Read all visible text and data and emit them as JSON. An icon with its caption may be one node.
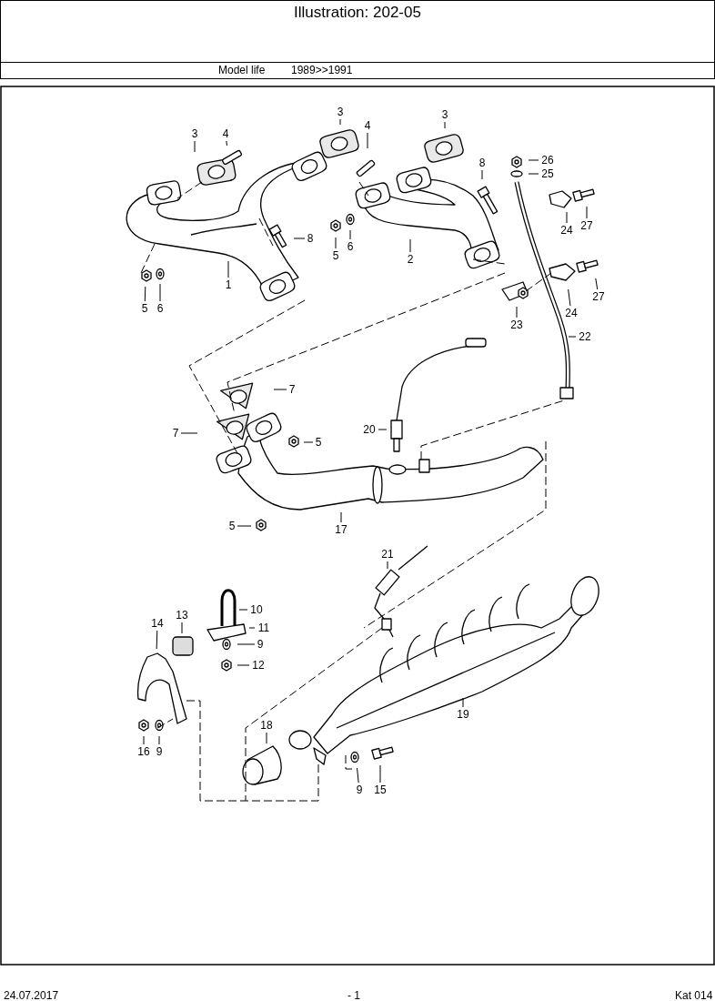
{
  "diagram": {
    "title": "Illustration: 202-05",
    "nodes": [
      {
        "text": [
          "3"
        ]
      },
      {
        "text": [
          "4"
        ]
      },
      {
        "text": [
          "3"
        ]
      },
      {
        "text": [
          "4"
        ]
      },
      {
        "text": [
          "3"
        ]
      },
      {
        "text": [
          "26"
        ]
      },
      {
        "text": [
          "8"
        ]
      },
      {
        "text": [
          "25"
        ]
      },
      {
        "text": [
          "8"
        ]
      },
      {
        "text": [
          "24"
        ]
      },
      {
        "text": [
          "27"
        ]
      },
      {
        "text": [
          "5"
        ]
      },
      {
        "text": [
          "6"
        ]
      },
      {
        "text": [
          "2"
        ]
      },
      {
        "text": [
          "1"
        ]
      },
      {
        "text": [
          "5"
        ]
      },
      {
        "text": [
          "6"
        ]
      },
      {
        "text": [
          "23"
        ]
      },
      {
        "text": [
          "24"
        ]
      },
      {
        "text": [
          "27"
        ]
      },
      {
        "text": [
          "22"
        ]
      },
      {
        "text": [
          "7"
        ]
      },
      {
        "text": [
          "7"
        ]
      },
      {
        "text": [
          "20"
        ]
      },
      {
        "text": [
          "5"
        ]
      },
      {
        "text": [
          "17"
        ]
      },
      {
        "text": [
          "5"
        ]
      },
      {
        "text": [
          "21"
        ]
      },
      {
        "text": [
          "10"
        ]
      },
      {
        "text": [
          "14"
        ]
      },
      {
        "text": [
          "13"
        ]
      },
      {
        "text": [
          "11"
        ]
      },
      {
        "text": [
          "9"
        ]
      },
      {
        "text": [
          "12"
        ]
      },
      {
        "text": [
          "19"
        ]
      },
      {
        "text": [
          "18"
        ]
      },
      {
        "text": [
          "16"
        ]
      },
      {
        "text": [
          "9"
        ]
      },
      {
        "text": [
          "9"
        ]
      },
      {
        "text": [
          "15"
        ]
      }
    ],
    "edges": [
      {
        "from": 0,
        "to": null,
        "arrow": "none"
      },
      {
        "from": 1,
        "to": null,
        "arrow": "none"
      },
      {
        "from": 2,
        "to": null,
        "arrow": "none"
      },
      {
        "from": 3,
        "to": null,
        "arrow": "none"
      },
      {
        "from": 4,
        "to": null,
        "arrow": "none"
      },
      {
        "from": 5,
        "to": null,
        "arrow": "none"
      },
      {
        "from": 6,
        "to": null,
        "arrow": "none"
      },
      {
        "from": 7,
        "to": null,
        "arrow": "none"
      },
      {
        "from": 8,
        "to": null,
        "arrow": "none"
      },
      {
        "from": 9,
        "to": null,
        "arrow": "none"
      },
      {
        "from": 10,
        "to": null,
        "arrow": "none"
      },
      {
        "from": 11,
        "to": null,
        "arrow": "none"
      },
      {
        "from": 12,
        "to": null,
        "arrow": "none"
      },
      {
        "from": 13,
        "to": null,
        "arrow": "none"
      },
      {
        "from": 14,
        "to": null,
        "arrow": "none"
      },
      {
        "from": 15,
        "to": null,
        "arrow": "none"
      },
      {
        "from": 16,
        "to": null,
        "arrow": "none"
      },
      {
        "from": 17,
        "to": null,
        "arrow": "none"
      },
      {
        "from": 18,
        "to": null,
        "arrow": "none"
      },
      {
        "from": 19,
        "to": null,
        "arrow": "none"
      },
      {
        "from": 20,
        "to": null,
        "arrow": "none"
      },
      {
        "from": 21,
        "to": null,
        "arrow": "none"
      },
      {
        "from": 22,
        "to": null,
        "arrow": "none"
      },
      {
        "from": 23,
        "to": null,
        "arrow": "none"
      },
      {
        "from": 24,
        "to": null,
        "arrow": "none"
      },
      {
        "from": 25,
        "to": null,
        "arrow": "none"
      },
      {
        "from": 26,
        "to": null,
        "arrow": "none"
      },
      {
        "from": 27,
        "to": null,
        "arrow": "none"
      },
      {
        "from": 28,
        "to": null,
        "arrow": "none"
      },
      {
        "from": 29,
        "to": null,
        "arrow": "none"
      },
      {
        "from": 30,
        "to": null,
        "arrow": "none"
      },
      {
        "from": 31,
        "to": null,
        "arrow": "none"
      },
      {
        "from": 32,
        "to": null,
        "arrow": "none"
      },
      {
        "from": 33,
        "to": null,
        "arrow": "none"
      },
      {
        "from": 34,
        "to": null,
        "arrow": "none"
      },
      {
        "from": 35,
        "to": null,
        "arrow": "none"
      },
      {
        "from": 36,
        "to": null,
        "arrow": "none"
      },
      {
        "from": 37,
        "to": null,
        "arrow": "none"
      },
      {
        "from": 38,
        "to": null,
        "arrow": "none"
      },
      {
        "from": 39,
        "to": null,
        "arrow": "none"
      }
    ],
    "labels": [
      "Model life",
      "1989>>1991",
      "24.07.2017",
      "- 1",
      "Kat 014"
    ]
  }
}
